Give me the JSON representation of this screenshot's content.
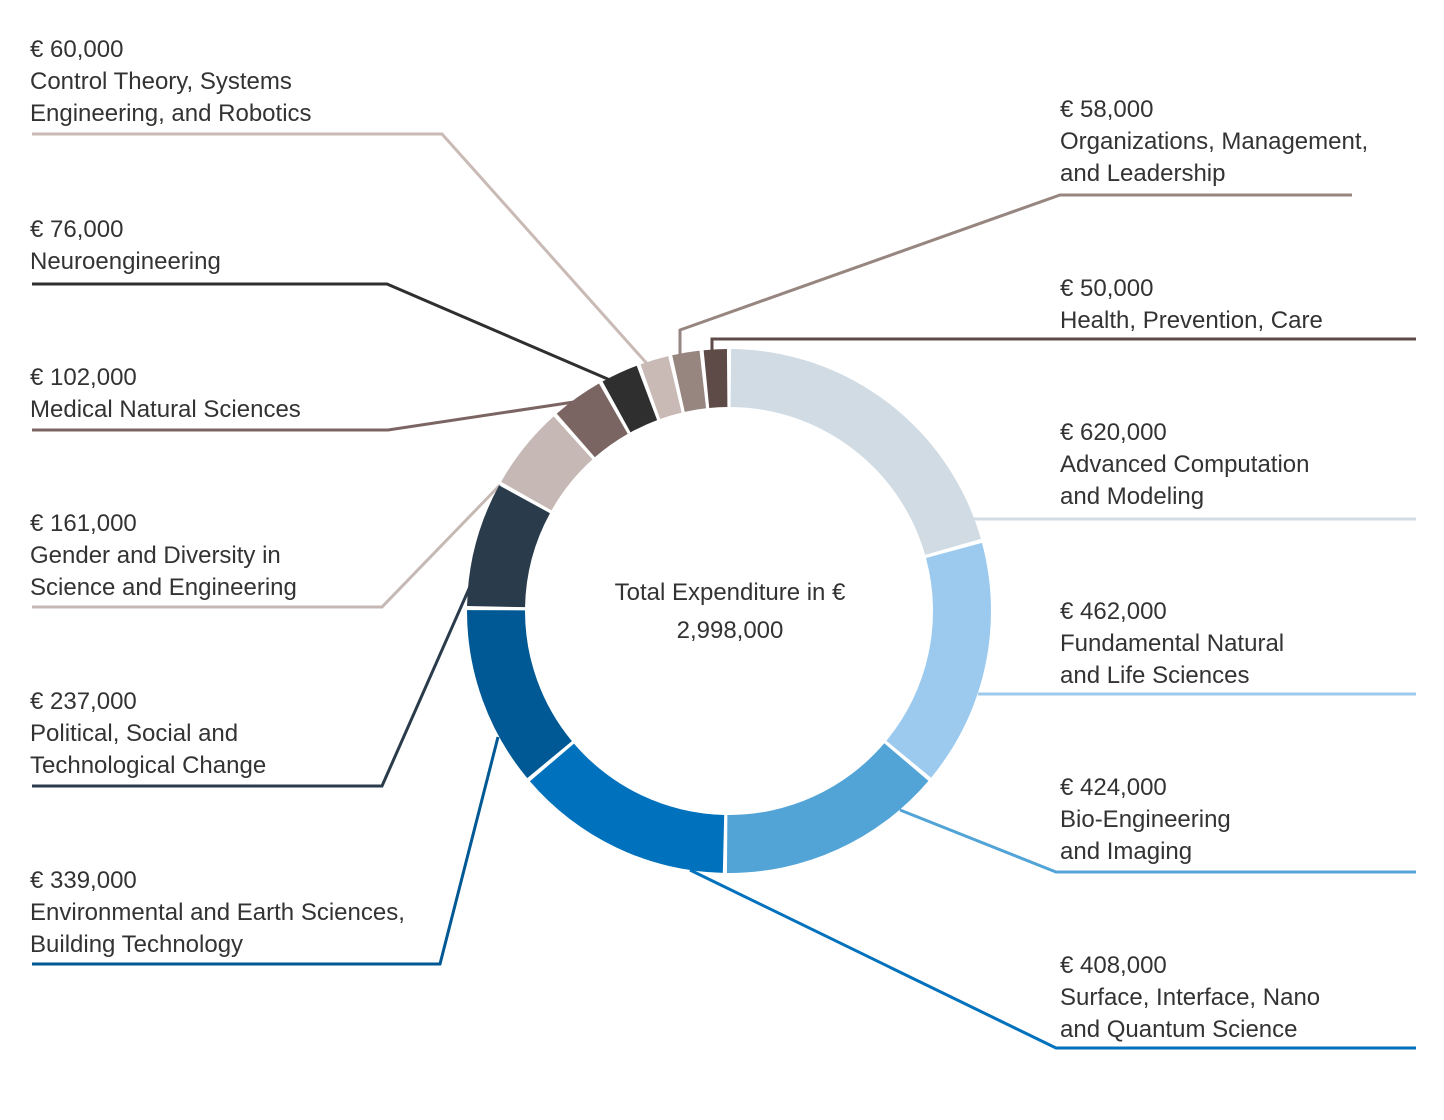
{
  "center": {
    "line1": "Total Expenditure in €",
    "line2": "2,998,000"
  },
  "colors": {
    "background": "#ffffff",
    "text": "#333333",
    "slices": [
      "#d0dbe3",
      "#9ccaee",
      "#52a4d7",
      "#0071bc",
      "#005894",
      "#2a3b4c",
      "#c6b9b5",
      "#7b6563",
      "#2f2f2f",
      "#c9bab5",
      "#978580",
      "#5e4b48"
    ]
  },
  "chart_data": {
    "type": "pie",
    "variant": "donut",
    "title": "",
    "total": 2998000,
    "slices": [
      {
        "amount": "€ 620,000",
        "label": "Advanced Computation and Modeling",
        "lines": [
          "Advanced Computation",
          "and Modeling"
        ],
        "value": 620000,
        "color": "#d0dbe3"
      },
      {
        "amount": "€ 462,000",
        "label": "Fundamental Natural and Life Sciences",
        "lines": [
          "Fundamental Natural",
          "and Life Sciences"
        ],
        "value": 462000,
        "color": "#9ccaee"
      },
      {
        "amount": "€ 424,000",
        "label": "Bio-Engineering and Imaging",
        "lines": [
          "Bio-Engineering",
          "and Imaging"
        ],
        "value": 424000,
        "color": "#52a4d7"
      },
      {
        "amount": "€ 408,000",
        "label": "Surface, Interface, Nano and Quantum Science",
        "lines": [
          "Surface, Interface, Nano",
          "and Quantum Science"
        ],
        "value": 408000,
        "color": "#0071bc"
      },
      {
        "amount": "€ 339,000",
        "label": "Environmental and Earth Sciences, Building Technology",
        "lines": [
          "Environmental and Earth Sciences,",
          "Building Technology"
        ],
        "value": 339000,
        "color": "#005894"
      },
      {
        "amount": "€ 237,000",
        "label": "Political, Social and Technological Change",
        "lines": [
          "Political, Social and",
          "Technological Change"
        ],
        "value": 237000,
        "color": "#2a3b4c"
      },
      {
        "amount": "€ 161,000",
        "label": "Gender and Diversity in Science and Engineering",
        "lines": [
          "Gender and Diversity in",
          "Science and Engineering"
        ],
        "value": 161000,
        "color": "#c6b9b5"
      },
      {
        "amount": "€ 102,000",
        "label": "Medical Natural Sciences",
        "lines": [
          "Medical Natural Sciences"
        ],
        "value": 102000,
        "color": "#7b6563"
      },
      {
        "amount": "€ 76,000",
        "label": "Neuroengineering",
        "lines": [
          "Neuroengineering"
        ],
        "value": 76000,
        "color": "#2f2f2f"
      },
      {
        "amount": "€ 60,000",
        "label": "Control Theory, Systems Engineering, and Robotics",
        "lines": [
          "Control Theory, Systems",
          "Engineering, and Robotics"
        ],
        "value": 60000,
        "color": "#c9bab5"
      },
      {
        "amount": "€ 58,000",
        "label": "Organizations, Management, and Leadership",
        "lines": [
          "Organizations, Management,",
          "and Leadership"
        ],
        "value": 58000,
        "color": "#978580"
      },
      {
        "amount": "€ 50,000",
        "label": "Health, Prevention, Care",
        "lines": [
          "Health, Prevention, Care"
        ],
        "value": 50000,
        "color": "#5e4b48"
      }
    ]
  }
}
